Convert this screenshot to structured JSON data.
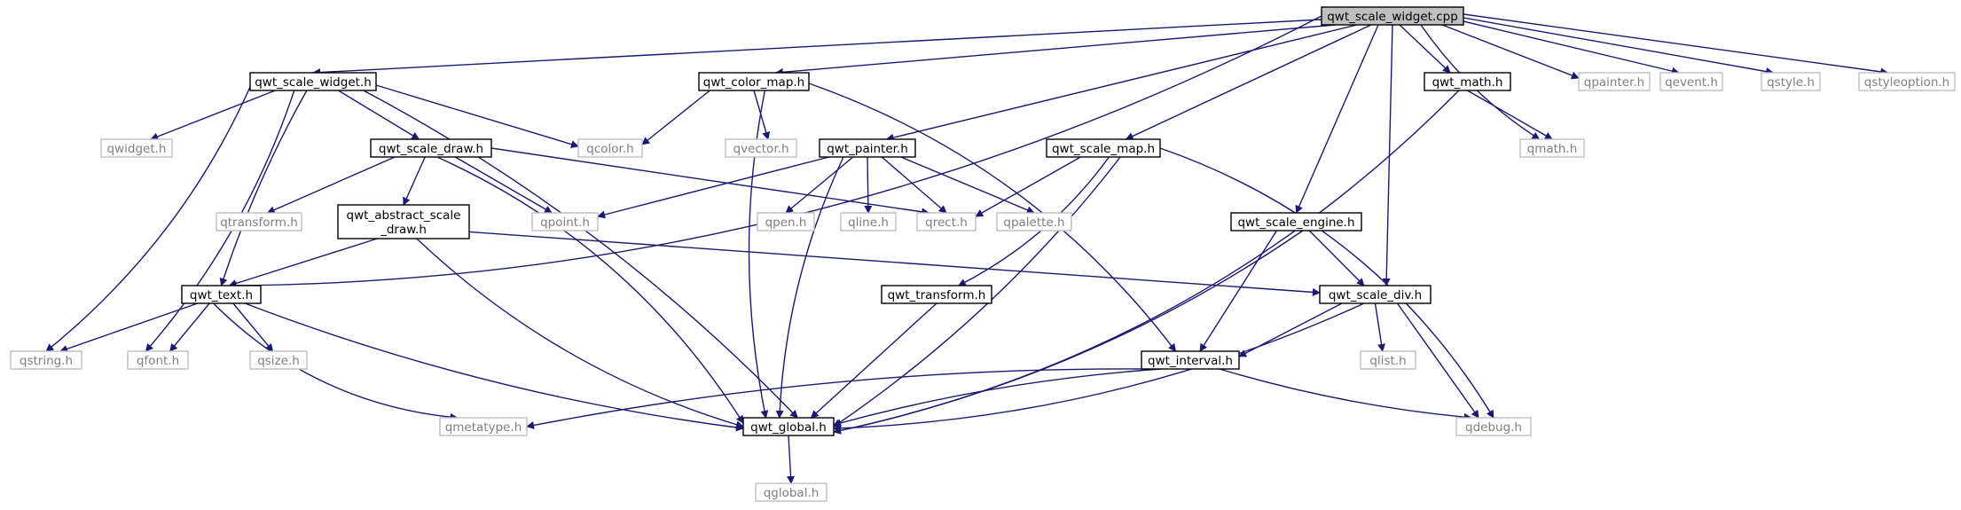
{
  "colors": {
    "edge": "#191970",
    "bold_border": "#000000",
    "light_border": "#bfbfbf",
    "light_text": "#7f7f7f",
    "dark_text": "#000000",
    "root_fill": "#bfbfbf",
    "fill": "#ffffff"
  },
  "nodes": {
    "root": "qwt_scale_widget.cpp",
    "scale_widget_h": "qwt_scale_widget.h",
    "color_map_h": "qwt_color_map.h",
    "painter_h": "qwt_painter.h",
    "scale_map_h": "qwt_scale_map.h",
    "math_h": "qwt_math.h",
    "scale_draw_h": "qwt_scale_draw.h",
    "abstract_scale_draw_line1": "qwt_abstract_scale",
    "abstract_scale_draw_line2": "_draw.h",
    "scale_engine_h": "qwt_scale_engine.h",
    "text_h": "qwt_text.h",
    "transform_h": "qwt_transform.h",
    "scale_div_h": "qwt_scale_div.h",
    "interval_h": "qwt_interval.h",
    "global_h": "qwt_global.h",
    "qpainter": "qpainter.h",
    "qevent": "qevent.h",
    "qstyle": "qstyle.h",
    "qstyleoption": "qstyleoption.h",
    "qwidget": "qwidget.h",
    "qcolor": "qcolor.h",
    "qvector": "qvector.h",
    "qmath": "qmath.h",
    "qtransform": "qtransform.h",
    "qpoint": "qpoint.h",
    "qpen": "qpen.h",
    "qline": "qline.h",
    "qrect": "qrect.h",
    "qpalette": "qpalette.h",
    "qstring": "qstring.h",
    "qfont": "qfont.h",
    "qsize": "qsize.h",
    "qlist": "qlist.h",
    "qmetatype": "qmetatype.h",
    "qdebug": "qdebug.h",
    "qglobal": "qglobal.h"
  }
}
